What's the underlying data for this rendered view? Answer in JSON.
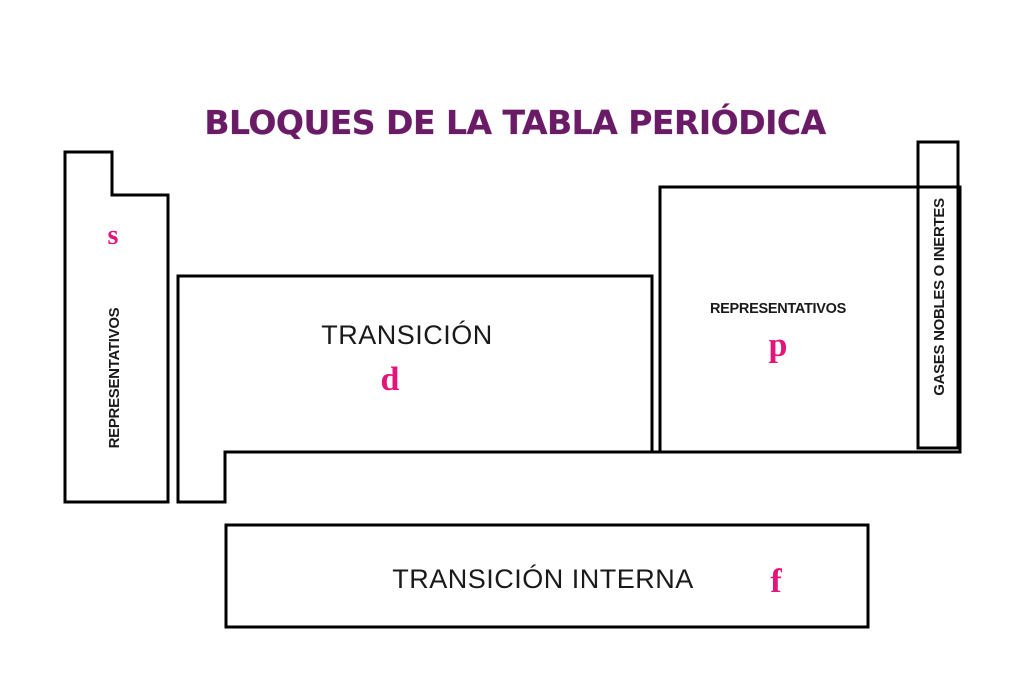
{
  "title": "BLOQUES  DE LA TABLA PERIÓDICA",
  "blocks": {
    "s": {
      "letter": "s",
      "label": "REPRESENTATIVOS"
    },
    "d": {
      "letter": "d",
      "label": "TRANSICIÓN"
    },
    "p": {
      "letter": "p",
      "label": "REPRESENTATIVOS"
    },
    "noble": {
      "label": "GASES  NOBLES O INERTES"
    },
    "f": {
      "letter": "f",
      "label": "TRANSICIÓN  INTERNA"
    }
  },
  "colors": {
    "title": "#6a1b66",
    "block_letter": "#e4147a",
    "outline": "#000000"
  }
}
